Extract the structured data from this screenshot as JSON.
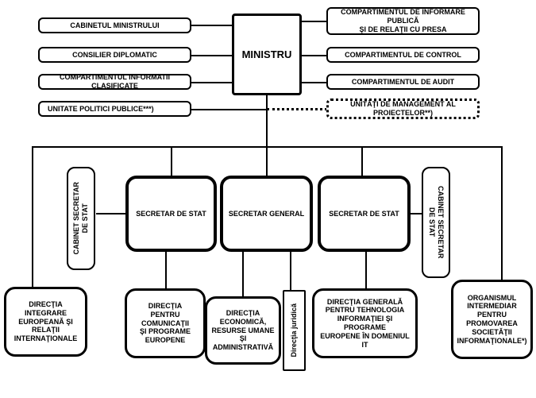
{
  "minister": "MINISTRU",
  "left_units": [
    "CABINETUL MINISTRULUI",
    "CONSILIER DIPLOMATIC",
    "COMPARTIMENTUL  INFORMATII CLASIFICATE",
    "UNITATE POLITICI PUBLICE***)"
  ],
  "right_units": [
    "COMPARTIMENTUL DE INFORMARE PUBLICĂ\nŞI DE RELAŢII CU PRESA",
    "COMPARTIMENTUL DE CONTROL",
    "COMPARTIMENTUL DE AUDIT",
    "UNITĂŢI  DE MANAGEMENT AL PROIECTELOR**)"
  ],
  "secretaries": {
    "left": "SECRETAR DE STAT",
    "center": "SECRETAR GENERAL",
    "right": "SECRETAR DE STAT"
  },
  "cabinets": {
    "left": "CABINET SECRETAR\nDE STAT",
    "right": "CABINET SECRETAR\nDE STAT"
  },
  "directions": {
    "european_integration": "DIRECŢIA\nINTEGRARE\nEUROPEANĂ ŞI\nRELAŢII\nINTERNAŢIONALE",
    "communications": "DIRECŢIA\nPENTRU\nCOMUNICAŢII\nŞI PROGRAME\nEUROPENE",
    "economic": "DIRECŢIA\nECONOMICĂ,\nRESURSE UMANE\nŞI\nADMINISTRATIVĂ",
    "juridica": "Direcţia juridică",
    "it": "DIRECŢIA GENERALĂ\nPENTRU TEHNOLOGIA\nINFORMAŢIEI ŞI PROGRAME\nEUROPENE ÎN DOMENIUL IT",
    "intermediary": "ORGANISMUL\nINTERMEDIAR\nPENTRU\nPROMOVAREA\nSOCIETĂŢII\nINFORMAŢIONALE*)"
  }
}
